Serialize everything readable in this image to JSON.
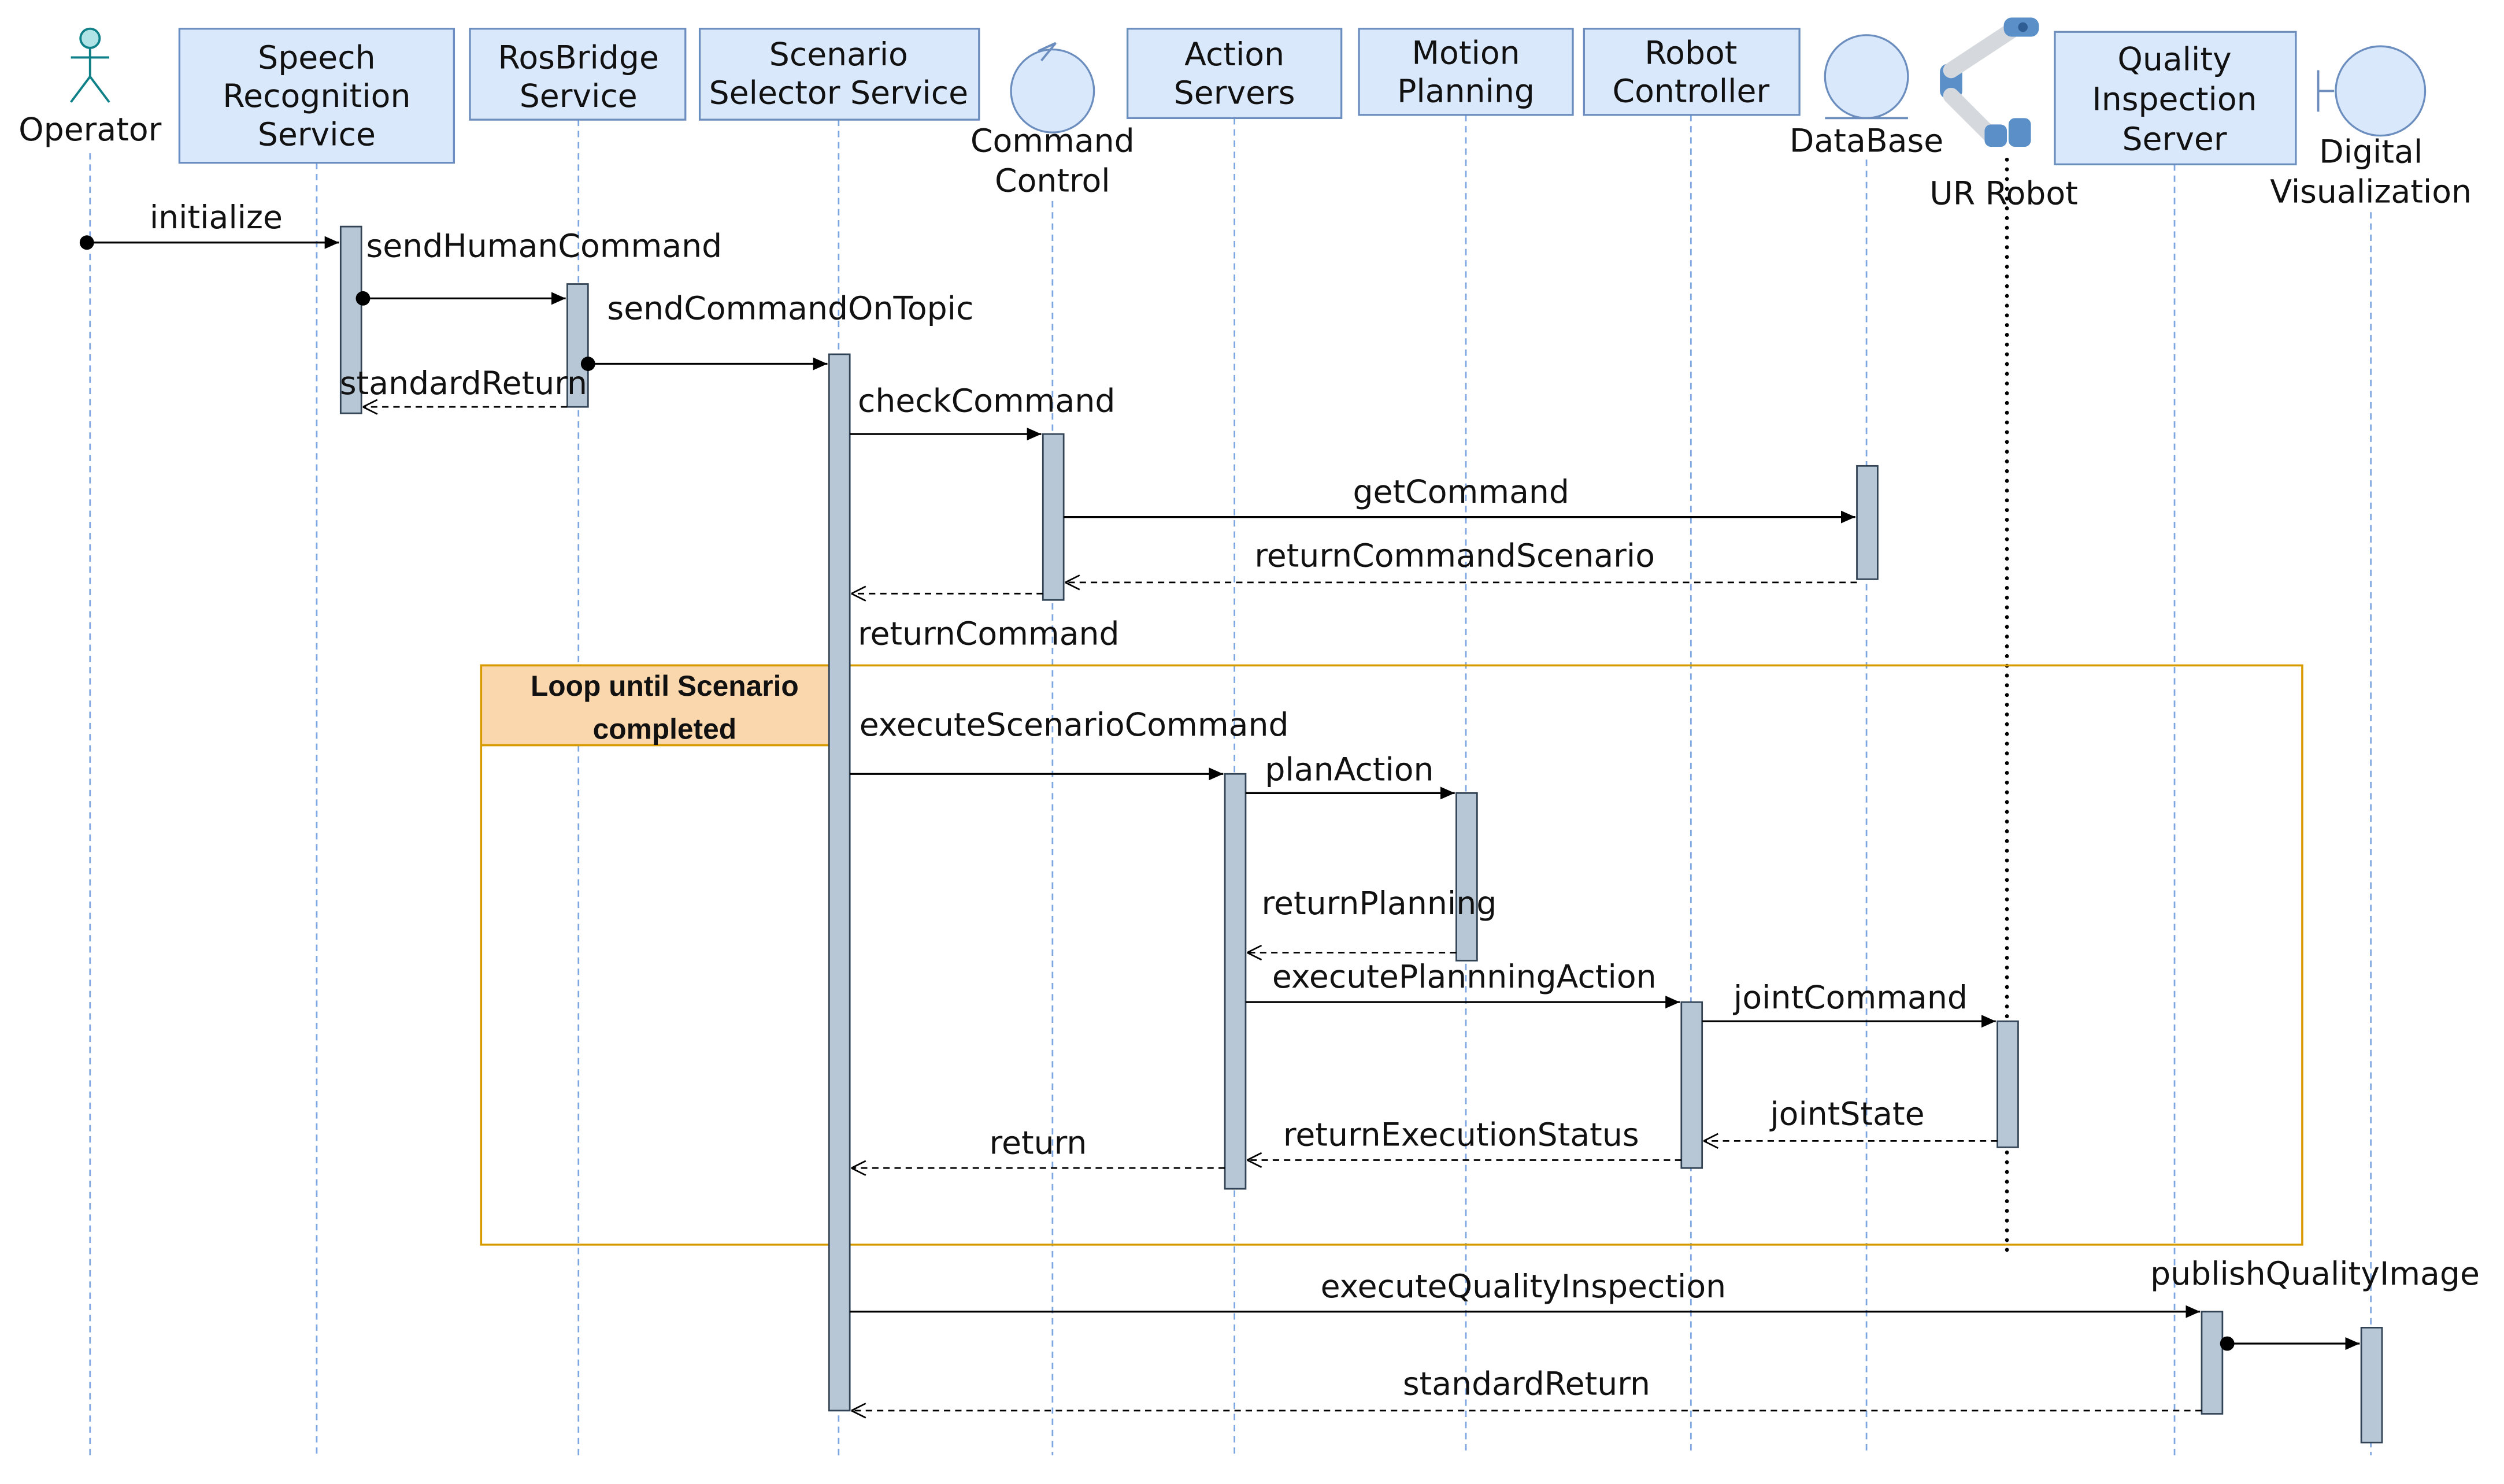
{
  "participants": [
    {
      "id": "operator",
      "type": "actor",
      "label": [
        "Operator"
      ]
    },
    {
      "id": "speech",
      "type": "box",
      "label": [
        "Speech",
        "Recognition",
        "Service"
      ]
    },
    {
      "id": "rosbridge",
      "type": "box",
      "label": [
        "RosBridge",
        "Service"
      ]
    },
    {
      "id": "scenario",
      "type": "box",
      "label": [
        "Scenario",
        "Selector Service"
      ]
    },
    {
      "id": "command",
      "type": "control",
      "label": [
        "Command",
        "Control"
      ]
    },
    {
      "id": "action",
      "type": "box",
      "label": [
        "Action",
        "Servers"
      ]
    },
    {
      "id": "motion",
      "type": "box",
      "label": [
        "Motion",
        "Planning"
      ]
    },
    {
      "id": "robotctl",
      "type": "box",
      "label": [
        "Robot",
        "Controller"
      ]
    },
    {
      "id": "database",
      "type": "entity",
      "label": [
        "DataBase"
      ]
    },
    {
      "id": "urrobot",
      "type": "robot",
      "label": [
        "UR Robot"
      ]
    },
    {
      "id": "quality",
      "type": "box",
      "label": [
        "Quality",
        "Inspection",
        "Server"
      ]
    },
    {
      "id": "digital",
      "type": "boundary",
      "label": [
        "Digital",
        "Visualization"
      ]
    }
  ],
  "messages": [
    {
      "from": "operator",
      "to": "speech",
      "label": "initialize",
      "kind": "found"
    },
    {
      "from": "speech",
      "to": "rosbridge",
      "label": "sendHumanCommand",
      "kind": "found"
    },
    {
      "from": "rosbridge",
      "to": "scenario",
      "label": "sendCommandOnTopic",
      "kind": "found"
    },
    {
      "from": "rosbridge",
      "to": "speech",
      "label": "standardReturn",
      "kind": "return"
    },
    {
      "from": "scenario",
      "to": "command",
      "label": "checkCommand",
      "kind": "sync"
    },
    {
      "from": "command",
      "to": "database",
      "label": "getCommand",
      "kind": "sync"
    },
    {
      "from": "database",
      "to": "command",
      "label": "returnCommandScenario",
      "kind": "return"
    },
    {
      "from": "command",
      "to": "scenario",
      "label": "returnCommand",
      "kind": "return"
    },
    {
      "from": "scenario",
      "to": "action",
      "label": "executeScenarioCommand",
      "kind": "sync"
    },
    {
      "from": "action",
      "to": "motion",
      "label": "planAction",
      "kind": "sync"
    },
    {
      "from": "motion",
      "to": "action",
      "label": "returnPlanning",
      "kind": "return"
    },
    {
      "from": "action",
      "to": "robotctl",
      "label": "executePlannningAction",
      "kind": "sync"
    },
    {
      "from": "robotctl",
      "to": "urrobot",
      "label": "jointCommand",
      "kind": "sync"
    },
    {
      "from": "urrobot",
      "to": "robotctl",
      "label": "jointState",
      "kind": "return"
    },
    {
      "from": "robotctl",
      "to": "action",
      "label": "returnExecutionStatus",
      "kind": "return"
    },
    {
      "from": "action",
      "to": "scenario",
      "label": "return",
      "kind": "return"
    },
    {
      "from": "scenario",
      "to": "quality",
      "label": "executeQualityInspection",
      "kind": "sync"
    },
    {
      "from": "quality",
      "to": "digital",
      "label": "publishQualityImage",
      "kind": "found"
    },
    {
      "from": "quality",
      "to": "scenario",
      "label": "standardReturn",
      "kind": "return"
    }
  ],
  "loop": {
    "label": [
      "Loop until Scenario",
      "completed"
    ]
  },
  "colors": {
    "box_fill": "#DAE8FC",
    "box_stroke": "#6C8EBF",
    "lifeline": "#7EA6E0",
    "activation_fill": "#B7C7D6",
    "activation_stroke": "#314354",
    "loop_stroke": "#D79B00",
    "loop_fill": "#FAD7AC",
    "actor_stroke": "#0E8088",
    "actor_fill": "#B0E3E6",
    "robot_body": "#D5D9DD",
    "robot_joint": "#5A8FC8"
  }
}
